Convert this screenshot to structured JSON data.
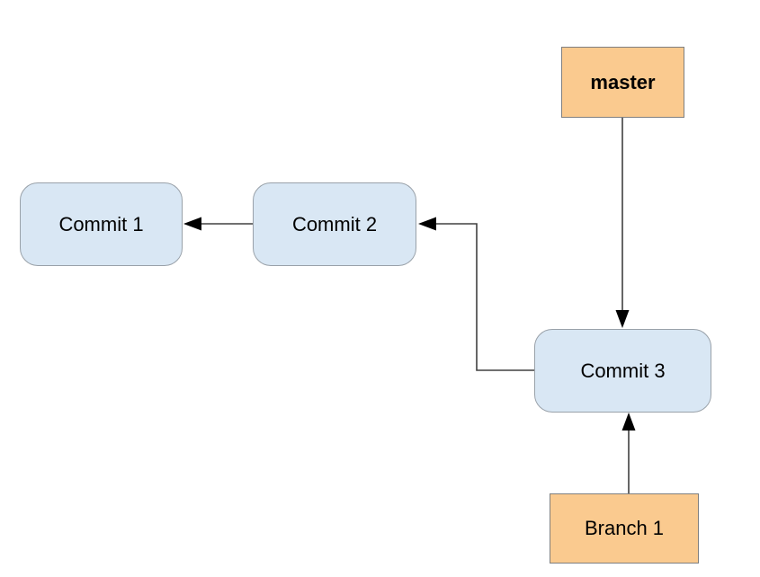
{
  "diagram": {
    "background_color": "#ffffff",
    "nodes": [
      {
        "id": "master",
        "label": "master",
        "type": "branch-label",
        "shape": "rectangle",
        "fill": "#faca8f",
        "border": "#7f7f7f",
        "text_color": "#000000",
        "bold": true
      },
      {
        "id": "commit-1",
        "label": "Commit 1",
        "type": "commit",
        "shape": "rounded-rectangle",
        "fill": "#d9e7f4",
        "border": "#99a1a9",
        "text_color": "#000000",
        "bold": false
      },
      {
        "id": "commit-2",
        "label": "Commit 2",
        "type": "commit",
        "shape": "rounded-rectangle",
        "fill": "#d9e7f4",
        "border": "#99a1a9",
        "text_color": "#000000",
        "bold": false
      },
      {
        "id": "commit-3",
        "label": "Commit 3",
        "type": "commit",
        "shape": "rounded-rectangle",
        "fill": "#d9e7f4",
        "border": "#99a1a9",
        "text_color": "#000000",
        "bold": false
      },
      {
        "id": "branch-1",
        "label": "Branch 1",
        "type": "branch-label",
        "shape": "rectangle",
        "fill": "#faca8f",
        "border": "#7f7f7f",
        "text_color": "#000000",
        "bold": false
      }
    ],
    "edges": [
      {
        "from": "Commit 2",
        "to": "Commit 1",
        "style": "straight-arrow",
        "arrowhead": "#000000",
        "line_color": "#404040"
      },
      {
        "from": "Commit 3",
        "to": "Commit 2",
        "style": "elbow-arrow",
        "arrowhead": "#000000",
        "line_color": "#404040"
      },
      {
        "from": "master",
        "to": "Commit 3",
        "style": "straight-arrow",
        "arrowhead": "#000000",
        "line_color": "#404040"
      },
      {
        "from": "Branch 1",
        "to": "Commit 3",
        "style": "straight-arrow",
        "arrowhead": "#000000",
        "line_color": "#404040"
      }
    ]
  }
}
